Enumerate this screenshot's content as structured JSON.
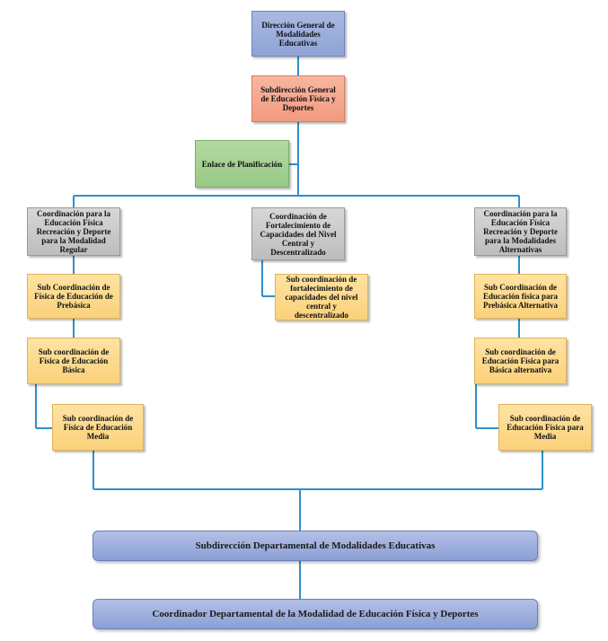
{
  "nodes": {
    "direccion_general": "Dirección General de Modalidades Educativas",
    "subdireccion_general": "Subdirección General de Educación Física y Deportes",
    "enlace_planificacion": "Enlace de Planificación",
    "coord_regular": "Coordinación para la Educación Física Recreación y Deporte para la Modalidad Regular",
    "coord_fortalecimiento": "Coordinación de Fortalecimiento de Capacidades del Nivel Central y Descentralizado",
    "coord_alternativas": "Coordinación para la Educación Física Recreación y Deporte para la Modalidades Alternativas",
    "sub_prebasica": "Sub Coordinación de Física de Educación de Prebásica",
    "sub_basica": "Sub coordinación de Física de Educación Básica",
    "sub_media": "Sub coordinación de Física de Educación Media",
    "sub_fortalecimiento": "Sub coordinación de fortalecimiento de capacidades del nivel central y descentralizado",
    "sub_prebasica_alt": "Sub Coordinación de Educación física para Prebásica Alternativa",
    "sub_basica_alt": "Sub coordinación de Educación Física para Básica alternativa",
    "sub_media_alt": "Sub coordinación de Educación Física para Media",
    "subdireccion_departamental": "Subdirección Departamental de Modalidades Educativas",
    "coordinador_departamental": "Coordinador Departamental de la Modalidad de Educación Física y Deportes"
  },
  "colors": {
    "connector": "#2f8fcb",
    "blue_box": "#8fa3d6",
    "salmon_box": "#f29a7e",
    "green_box": "#97c985",
    "gray_box": "#bdbdbd",
    "yellow_box": "#fbd17a"
  }
}
